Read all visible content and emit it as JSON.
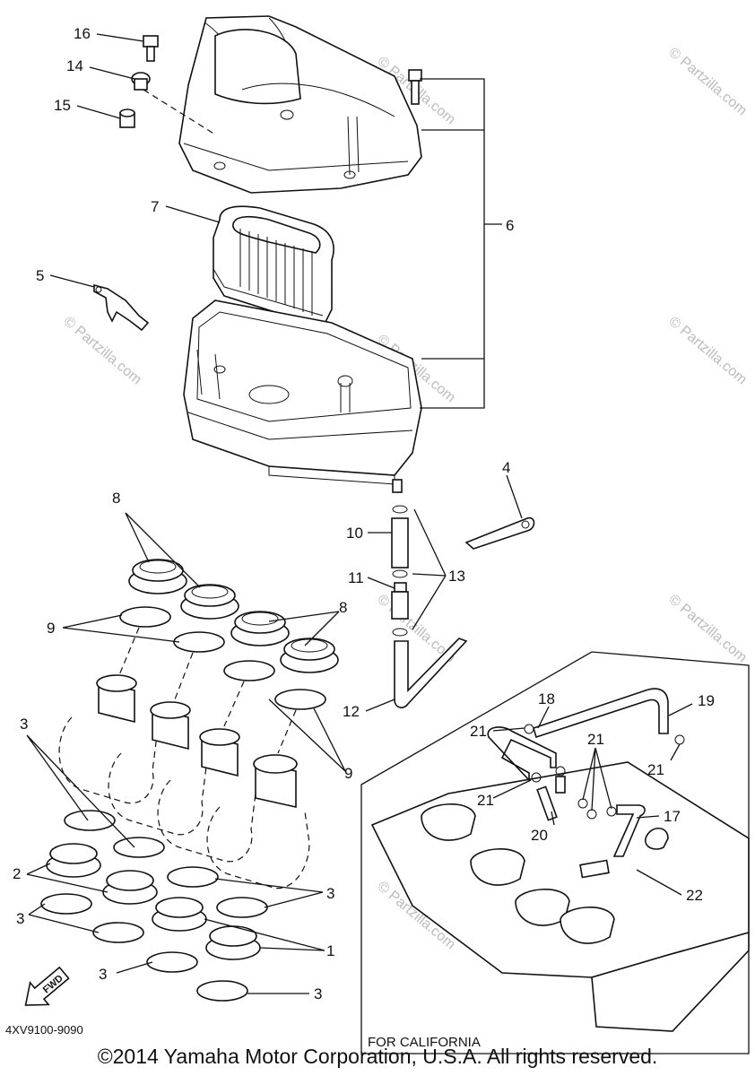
{
  "watermark": "© Partzilla.com",
  "diagram_code": "4XV9100-9090",
  "inset_label": "FOR CALIFORNIA",
  "fwd_label": "FWD",
  "copyright": "©2014  Yamaha Motor Corporation, U.S.A. All rights reserved.",
  "callouts": {
    "c1": "1",
    "c2": "2",
    "c3": "3",
    "c4": "4",
    "c5": "5",
    "c6": "6",
    "c7": "7",
    "c8": "8",
    "c9": "9",
    "c10": "10",
    "c11": "11",
    "c12": "12",
    "c13": "13",
    "c14": "14",
    "c15": "15",
    "c16": "16",
    "c17": "17",
    "c18": "18",
    "c19": "19",
    "c20": "20",
    "c21": "21",
    "c22": "22"
  }
}
